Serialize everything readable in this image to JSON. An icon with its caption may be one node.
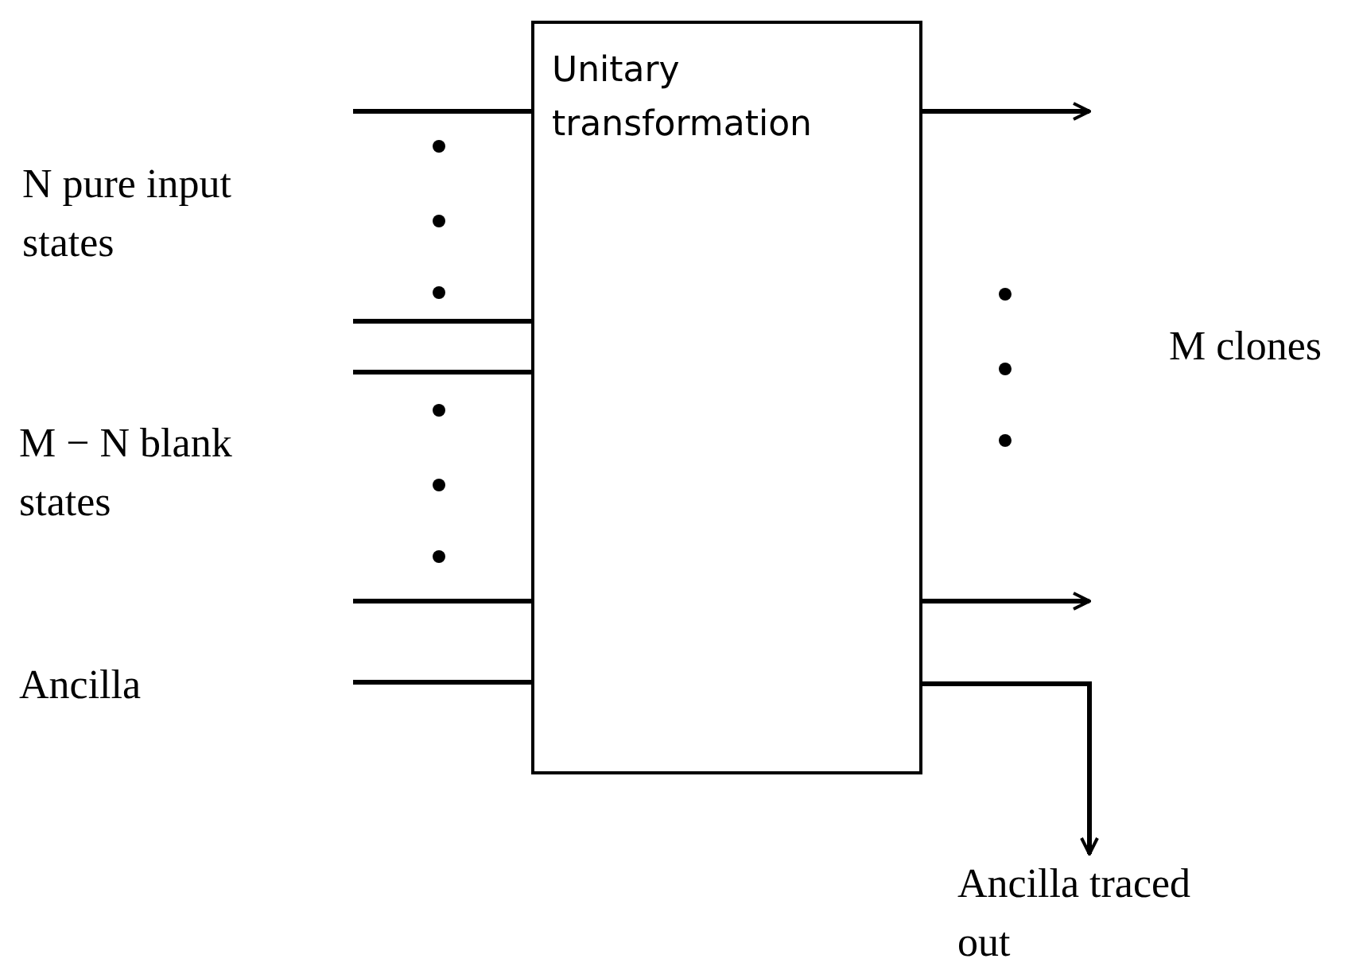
{
  "diagram": {
    "nodes": [
      {
        "text": [
          "Unitary transformation"
        ]
      },
      {
        "text": [
          "Ancilla traced out"
        ]
      }
    ],
    "edges": [
      {
        "from": null,
        "to": 0,
        "arrow": "none"
      },
      {
        "from": null,
        "to": 0,
        "arrow": "none"
      },
      {
        "from": null,
        "to": 0,
        "arrow": "none"
      },
      {
        "from": null,
        "to": 0,
        "arrow": "none"
      },
      {
        "from": null,
        "to": 0,
        "arrow": "none"
      },
      {
        "from": 0,
        "to": null,
        "arrow": "to"
      },
      {
        "from": 0,
        "to": null,
        "arrow": "to"
      },
      {
        "from": 0,
        "to": 1,
        "arrow": "to"
      }
    ],
    "labels": [
      "N pure input states",
      "M − N blank states",
      "M clones",
      "Ancilla"
    ]
  }
}
